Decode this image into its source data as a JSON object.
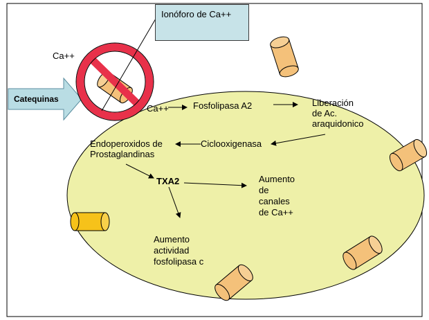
{
  "labels": {
    "ionoforo": "Ionóforo de Ca++",
    "ca_outside": "Ca++",
    "catequinas": "Catequinas",
    "ca_inside": "Ca++",
    "fosfolipasa_a2": "Fosfolipasa A2",
    "liberacion_line1": "Liberación",
    "liberacion_line2": "de Ac.",
    "liberacion_line3": "araquidonico",
    "ciclooxigenasa": "Ciclooxigenasa",
    "endoperoxidos_line1": "Endoperoxidos de",
    "endoperoxidos_line2": "Prostaglandinas",
    "txa2": "TXA2",
    "aumento_canales_line1": "Aumento",
    "aumento_canales_line2": "de",
    "aumento_canales_line3": "canales",
    "aumento_canales_line4": "de Ca++",
    "aumento_actividad_line1": "Aumento",
    "aumento_actividad_line2": "actividad",
    "aumento_actividad_line3": "fosfolipasa c"
  },
  "colors": {
    "cell_fill": "#eef0a8",
    "channel_fill": "#f4c17a",
    "channel_highlight_fill": "#f6c21a",
    "arrow_fill": "#b9dde4",
    "callout_fill": "#c7e3e8",
    "prohibition_red": "#e8314a"
  },
  "icons": [
    "prohibition-icon",
    "calcium-channel-icon",
    "catequinas-arrow-icon"
  ]
}
